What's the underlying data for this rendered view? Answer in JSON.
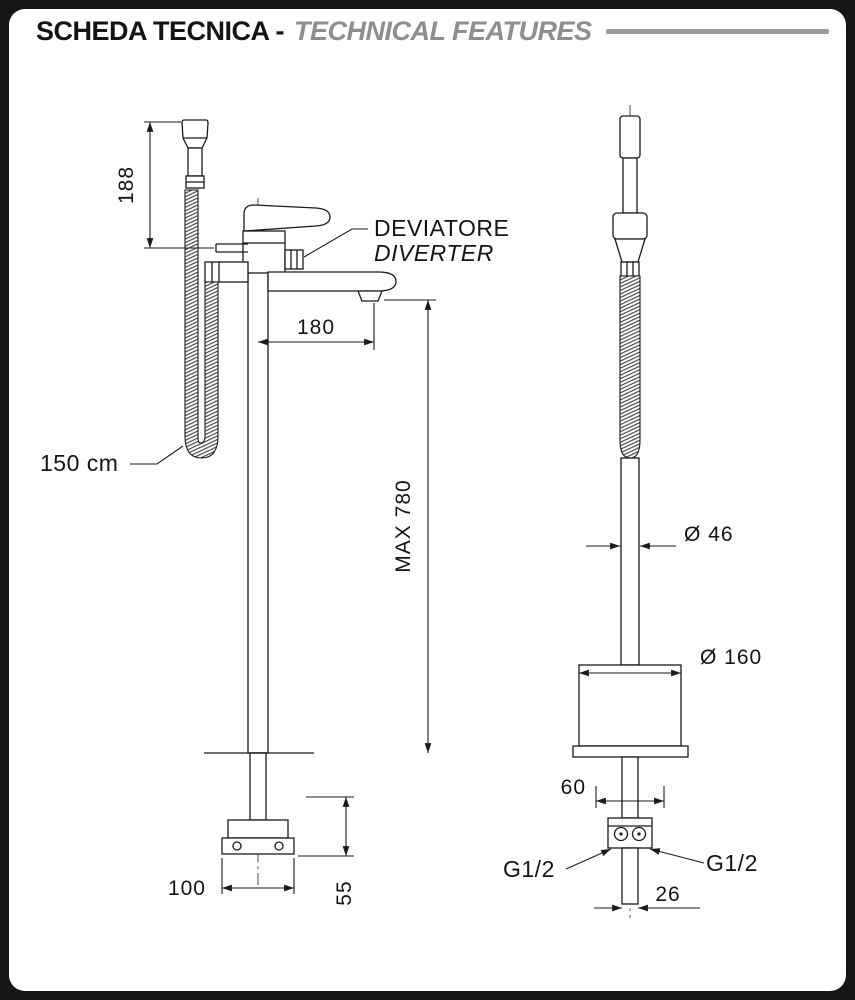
{
  "header": {
    "title_it": "SCHEDA TECNICA -",
    "title_en": "TECHNICAL FEATURES"
  },
  "front_view": {
    "dim_handshower": "188",
    "diverter_label_it": "DEVIATORE",
    "diverter_label_en": "DIVERTER",
    "dim_spout_reach": "180",
    "dim_max_height": "MAX 780",
    "hose_length": "150 cm",
    "dim_base_width": "100",
    "dim_base_height": "55"
  },
  "side_view": {
    "dia_column": "Ø 46",
    "dia_base_plate": "Ø 160",
    "dim_fixing": "60",
    "connection_left": "G1/2",
    "connection_right": "G1/2",
    "dim_pipe_width": "26"
  },
  "colors": {
    "frame": "#161616",
    "paper": "#ffffff",
    "line": "#1b1b1b",
    "header_accent": "#8e8e8e",
    "rule": "#9a9a9a"
  }
}
